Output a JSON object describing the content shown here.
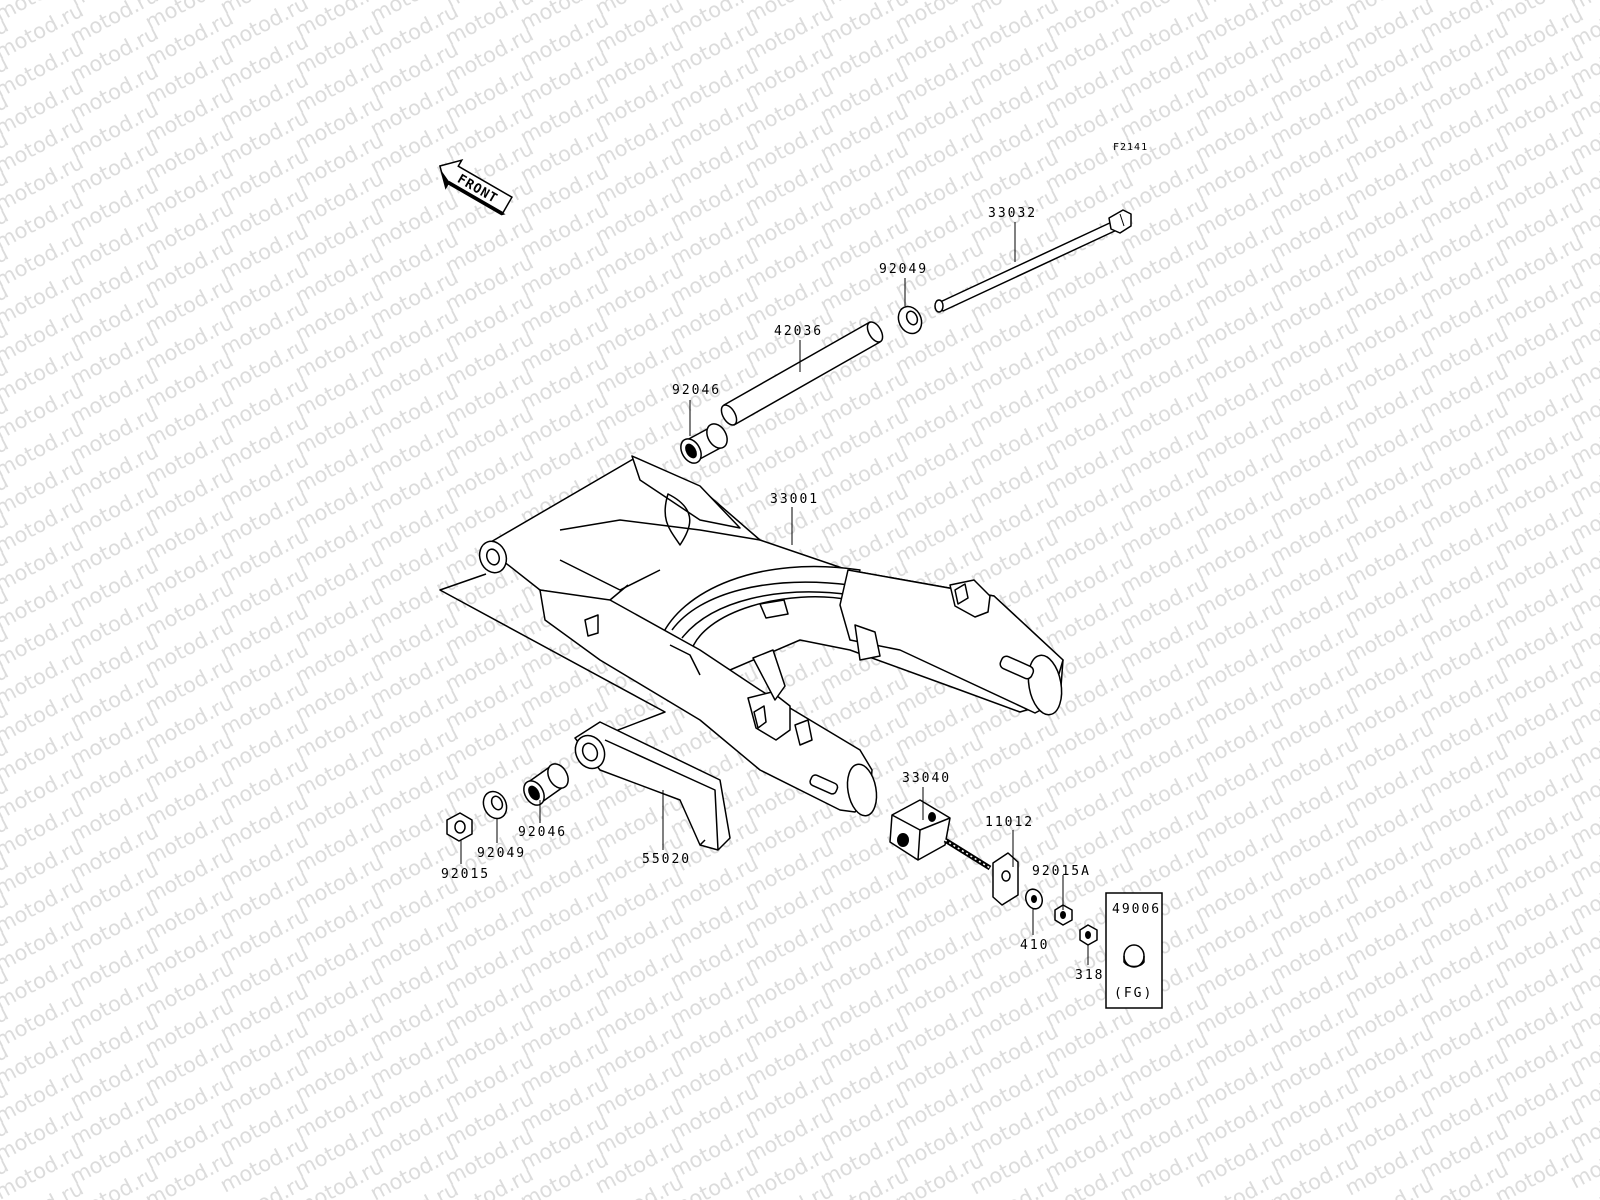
{
  "figure_code": "F2141",
  "front_label": "FRONT",
  "watermark": "motod.ru",
  "optional_label": "(FG)",
  "parts": {
    "p33032": "33032",
    "p92049_top": "92049",
    "p42036": "42036",
    "p92046_top": "92046",
    "p33001": "33001",
    "p33040": "33040",
    "p11012": "11012",
    "p92015A": "92015A",
    "p49006": "49006",
    "p410": "410",
    "p318": "318",
    "p55020": "55020",
    "p92046_bot": "92046",
    "p92049_bot": "92049",
    "p92015": "92015"
  }
}
